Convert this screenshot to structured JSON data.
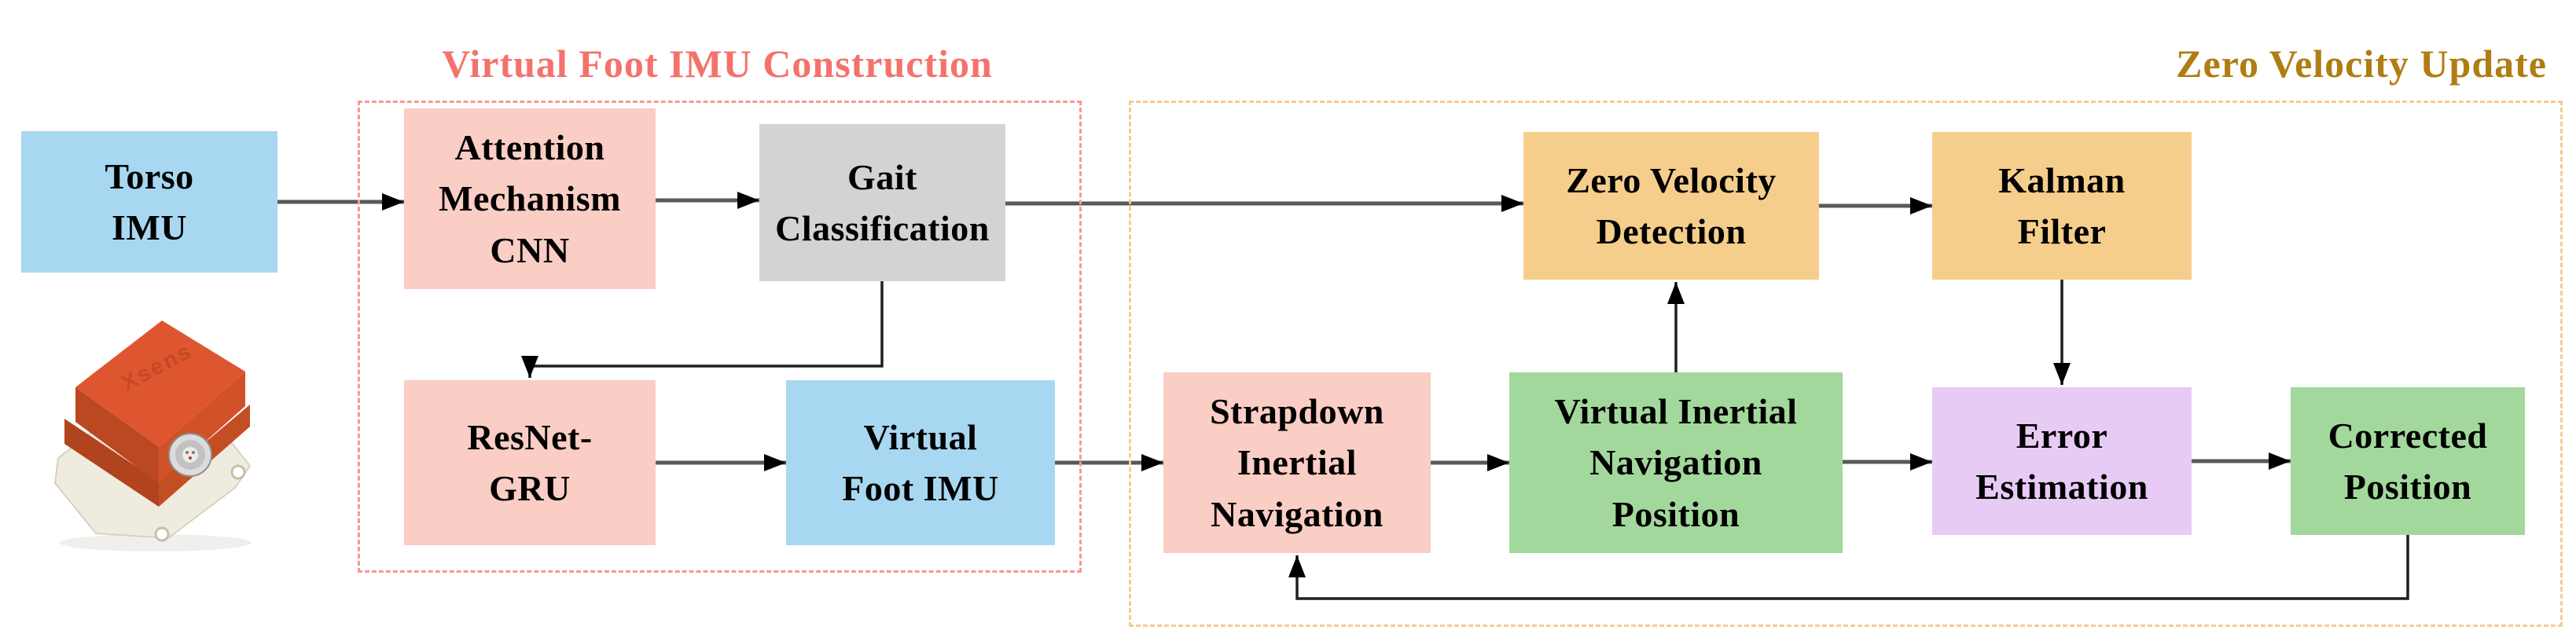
{
  "figure": {
    "groups": {
      "construction": {
        "title": "Virtual Foot IMU Construction",
        "title_color": "#F4726C",
        "border_color": "#F59A93"
      },
      "zvu": {
        "title": "Zero Velocity Update",
        "title_color": "#B07D12",
        "border_color": "#F6CC92"
      }
    },
    "nodes": {
      "torso_imu": {
        "label": "Torso\nIMU",
        "fill": "#A8D8F1"
      },
      "attention_cnn": {
        "label": "Attention\nMechanism\nCNN",
        "fill": "#FACDC5"
      },
      "gait_classification": {
        "label": "Gait\nClassification",
        "fill": "#D3D3D3"
      },
      "resnet_gru": {
        "label": "ResNet-\nGRU",
        "fill": "#FACDC5"
      },
      "virtual_foot_imu": {
        "label": "Virtual\nFoot IMU",
        "fill": "#A8D8F1"
      },
      "zero_velocity_detection": {
        "label": "Zero Velocity\nDetection",
        "fill": "#F6CE8C"
      },
      "kalman_filter": {
        "label": "Kalman\nFilter",
        "fill": "#F6CE8C"
      },
      "strapdown": {
        "label": "Strapdown\nInertial\nNavigation",
        "fill": "#FACDC5"
      },
      "vin_position": {
        "label": "Virtual Inertial\nNavigation\nPosition",
        "fill": "#A3D89C"
      },
      "error_estimation": {
        "label": "Error\nEstimation",
        "fill": "#E7CBF4"
      },
      "corrected_position": {
        "label": "Corrected\nPosition",
        "fill": "#A3D89C"
      }
    },
    "sensor": {
      "name": "xsens-imu-photo",
      "brand": "Xsens",
      "body_color": "#DE5630"
    },
    "arrow_color": "#595959",
    "connector_color": "#1F1F1F"
  }
}
